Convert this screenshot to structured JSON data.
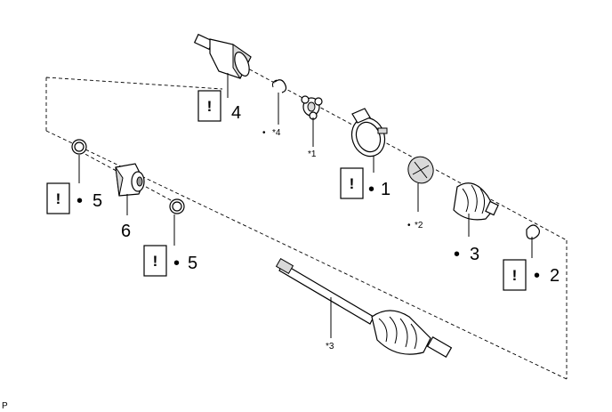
{
  "callouts": {
    "part4": "4",
    "part6": "6",
    "part5_left": "5",
    "part5_mid": "5",
    "part1": "1",
    "part3": "3",
    "part2": "2",
    "star1": "*1",
    "star2": "*2",
    "star3": "*3",
    "star4": "*4"
  },
  "symbols": {
    "caution": "!",
    "bullet": "•"
  },
  "footer": {
    "corner_code": "P"
  }
}
